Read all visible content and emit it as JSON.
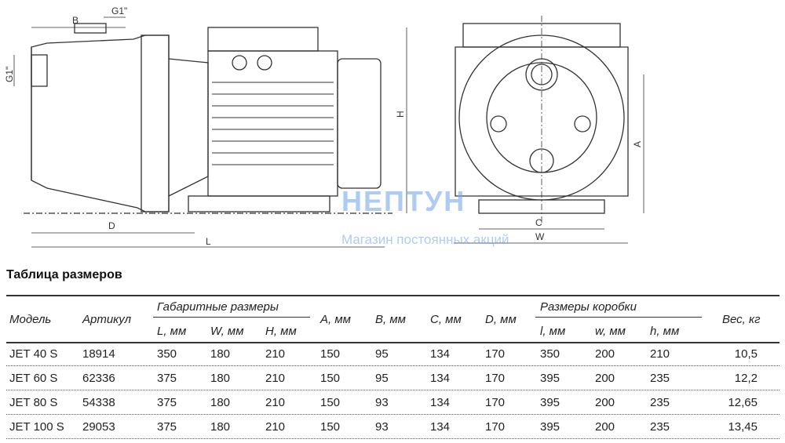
{
  "drawing": {
    "labels": {
      "b": "B",
      "g1_top": "G1\"",
      "g1_side": "G1\"",
      "h": "H",
      "d": "D",
      "l": "L",
      "a": "A",
      "c": "C",
      "w": "W"
    },
    "watermark": {
      "brand": "НЕПТУН",
      "tagline": "Магазин постоянных акций"
    }
  },
  "table": {
    "title": "Таблица размеров",
    "headers": {
      "model": "Модель",
      "article": "Артикул",
      "overall_group": "Габаритные размеры",
      "L": "L, мм",
      "W": "W, мм",
      "H": "H, мм",
      "A": "A, мм",
      "B": "B, мм",
      "C": "C, мм",
      "D": "D, мм",
      "box_group": "Размеры коробки",
      "l": "l, мм",
      "w": "w, мм",
      "h": "h, мм",
      "weight": "Вес, кг"
    },
    "rows": [
      [
        "JET 40 S",
        "18914",
        "350",
        "180",
        "210",
        "150",
        "95",
        "134",
        "170",
        "350",
        "200",
        "210",
        "10,5"
      ],
      [
        "JET 60 S",
        "62336",
        "375",
        "180",
        "210",
        "150",
        "95",
        "134",
        "170",
        "395",
        "200",
        "235",
        "12,2"
      ],
      [
        "JET 80 S",
        "54338",
        "375",
        "180",
        "210",
        "150",
        "93",
        "134",
        "170",
        "395",
        "200",
        "235",
        "12,65"
      ],
      [
        "JET 100 S",
        "29053",
        "375",
        "180",
        "210",
        "150",
        "93",
        "134",
        "170",
        "395",
        "200",
        "235",
        "13,45"
      ]
    ]
  }
}
